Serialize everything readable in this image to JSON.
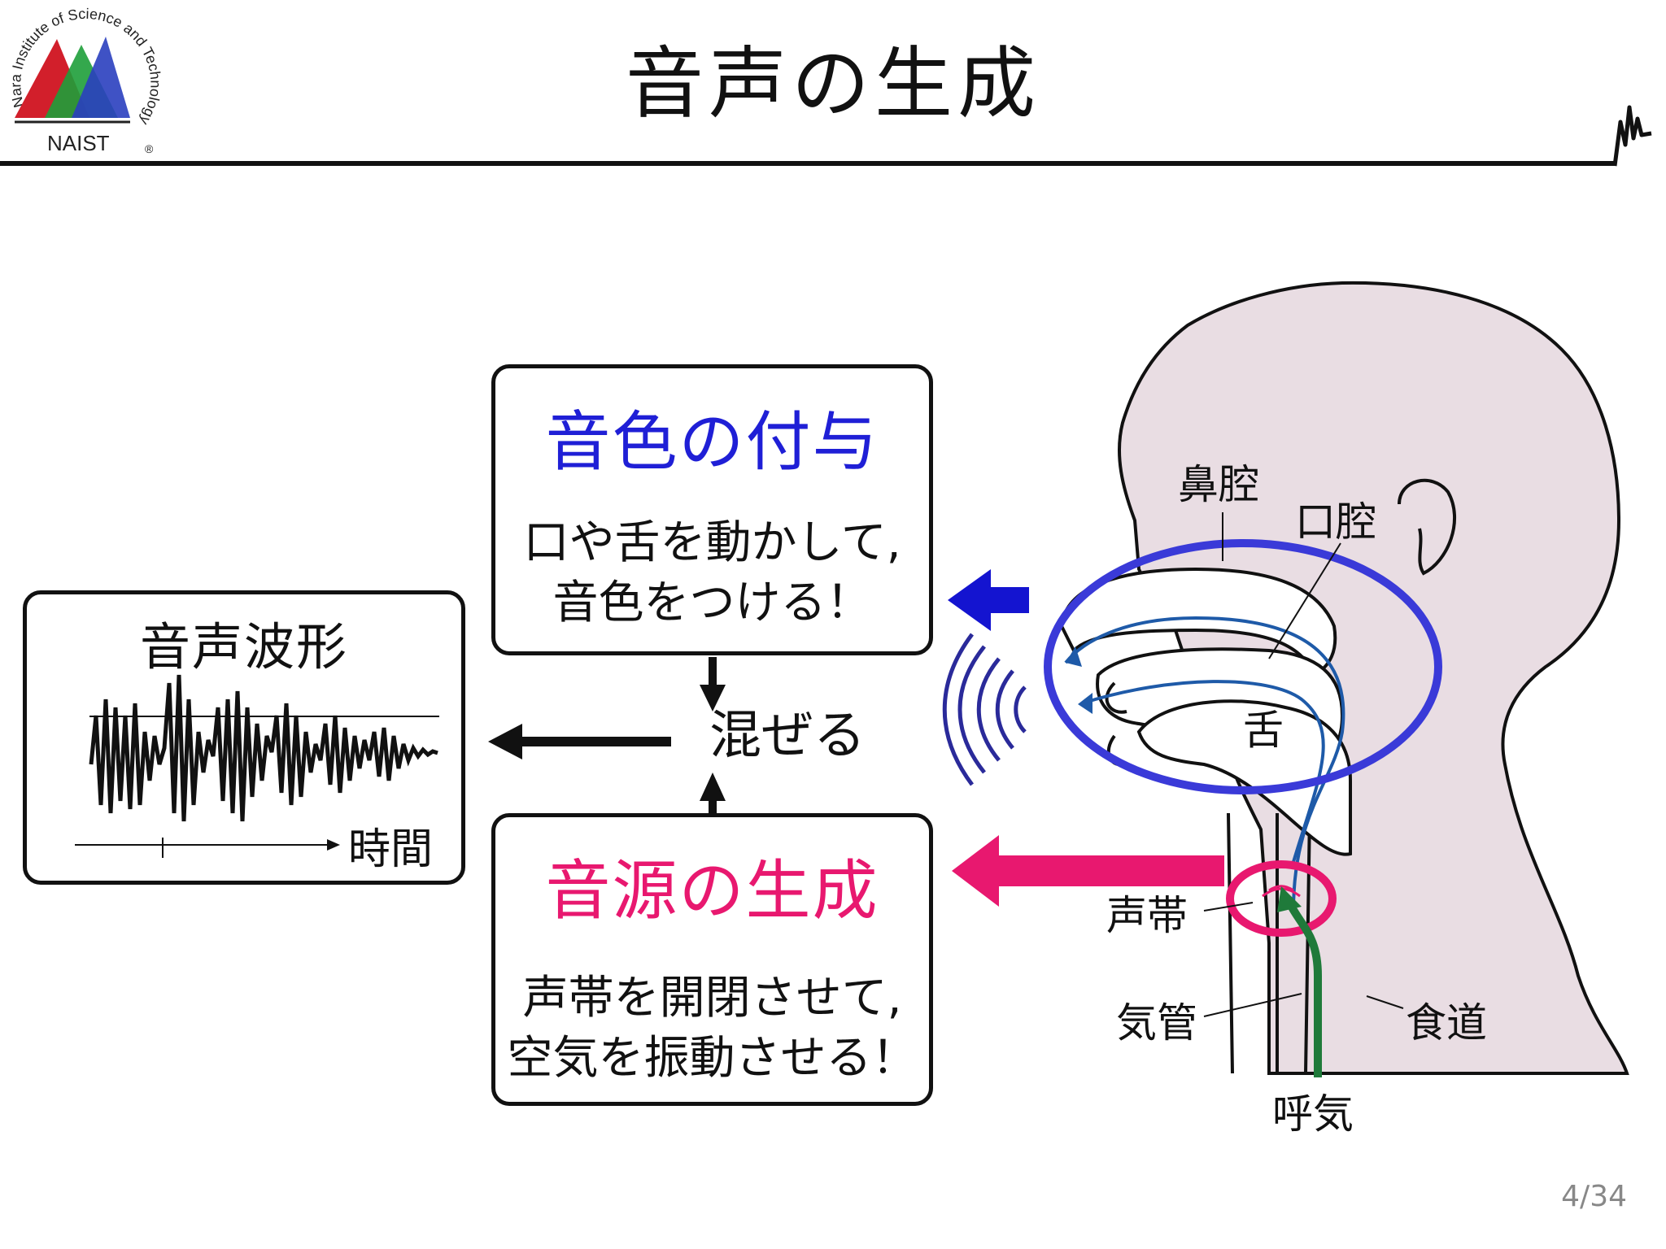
{
  "slide": {
    "title": "音声の生成",
    "page_number": "4/34"
  },
  "logo": {
    "ring_text": "Nara Institute of Science and Technology",
    "name": "NAIST",
    "mark": "®"
  },
  "timbre_box": {
    "heading": "音色の付与",
    "line1": "口や舌を動かして,",
    "line2": "音色をつける！",
    "heading_color": "#1f1fd6"
  },
  "source_box": {
    "heading": "音源の生成",
    "line1": "声帯を開閉させて,",
    "line2": "空気を振動させる！",
    "heading_color": "#e8186f"
  },
  "waveform_box": {
    "heading": "音声波形",
    "axis_label": "時間"
  },
  "mix_label": "混ぜる",
  "anatomy": {
    "nasal_cavity": "鼻腔",
    "oral_cavity": "口腔",
    "tongue": "舌",
    "vocal_cords": "声帯",
    "trachea": "気管",
    "esophagus": "食道",
    "exhalation": "呼気"
  },
  "colors": {
    "head_fill": "#e9dde3",
    "cavity_ring": "#3a3ad8",
    "airflow": "#1e5aa8",
    "vocal_ring": "#e8186f",
    "breath_arrow": "#1f7a3a"
  }
}
